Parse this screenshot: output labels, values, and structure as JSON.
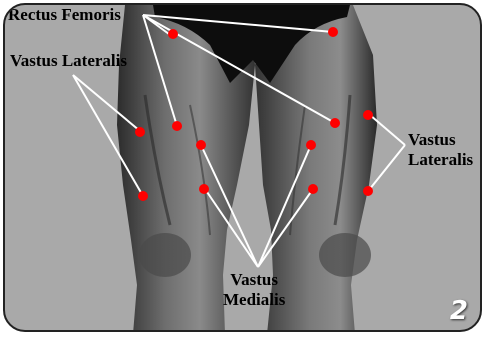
{
  "labels": {
    "rectus_femoris": "Rectus Femoris",
    "vastus_lateralis_left": "Vastus Lateralis",
    "vastus_lateralis_right_line1": "Vastus",
    "vastus_lateralis_right_line2": "Lateralis",
    "vastus_medialis_line1": "Vastus",
    "vastus_medialis_line2": "Medialis"
  },
  "figure_number": "2",
  "colors": {
    "background": "#a9a9a9",
    "skin_dark": "#3a3a3a",
    "skin_mid": "#6b6b6b",
    "skin_light": "#9a9a9a",
    "shorts": "#0d0d0d",
    "marker": "#ff0000",
    "leader_line": "#ffffff"
  }
}
